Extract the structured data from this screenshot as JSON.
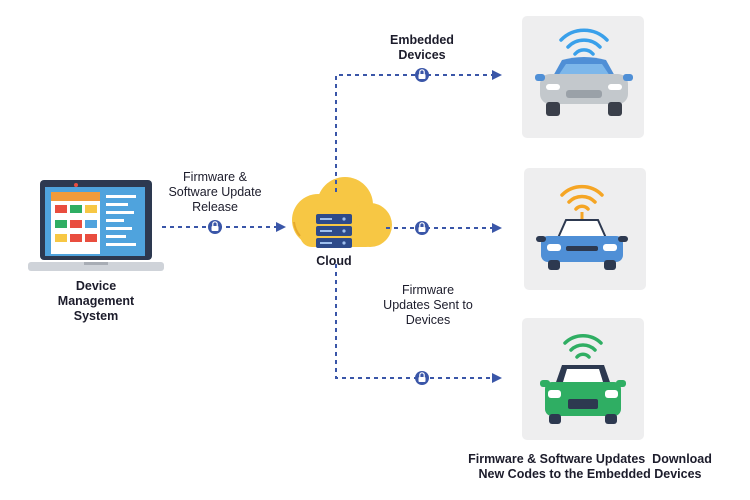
{
  "diagram": {
    "dms": {
      "lines": [
        "Device",
        "Management",
        "System"
      ]
    },
    "release": {
      "lines": [
        "Firmware &",
        "Software Update",
        "Release"
      ]
    },
    "cloud": {
      "label": "Cloud"
    },
    "embedded": {
      "lines": [
        "Embedded",
        "Devices"
      ]
    },
    "sent": {
      "lines": [
        "Firmware",
        "Updates Sent to",
        "Devices"
      ]
    },
    "caption": {
      "lines": [
        "Firmware & Software Updates  Download",
        "New Codes to the Embedded Devices"
      ]
    },
    "devices": [
      {
        "name": "car-blue-top",
        "wifi_color": "#3aa0ea"
      },
      {
        "name": "car-blue-mid",
        "wifi_color": "#f5a524"
      },
      {
        "name": "car-green",
        "wifi_color": "#2fae63"
      }
    ]
  },
  "colors": {
    "connector": "#3a56a8",
    "cloud": "#f7c744",
    "server": "#2d4a8a",
    "card": "#eeeeef",
    "car_blue": "#4f8fd6",
    "car_green": "#2fae63",
    "car_gray": "#c3c8cc"
  }
}
